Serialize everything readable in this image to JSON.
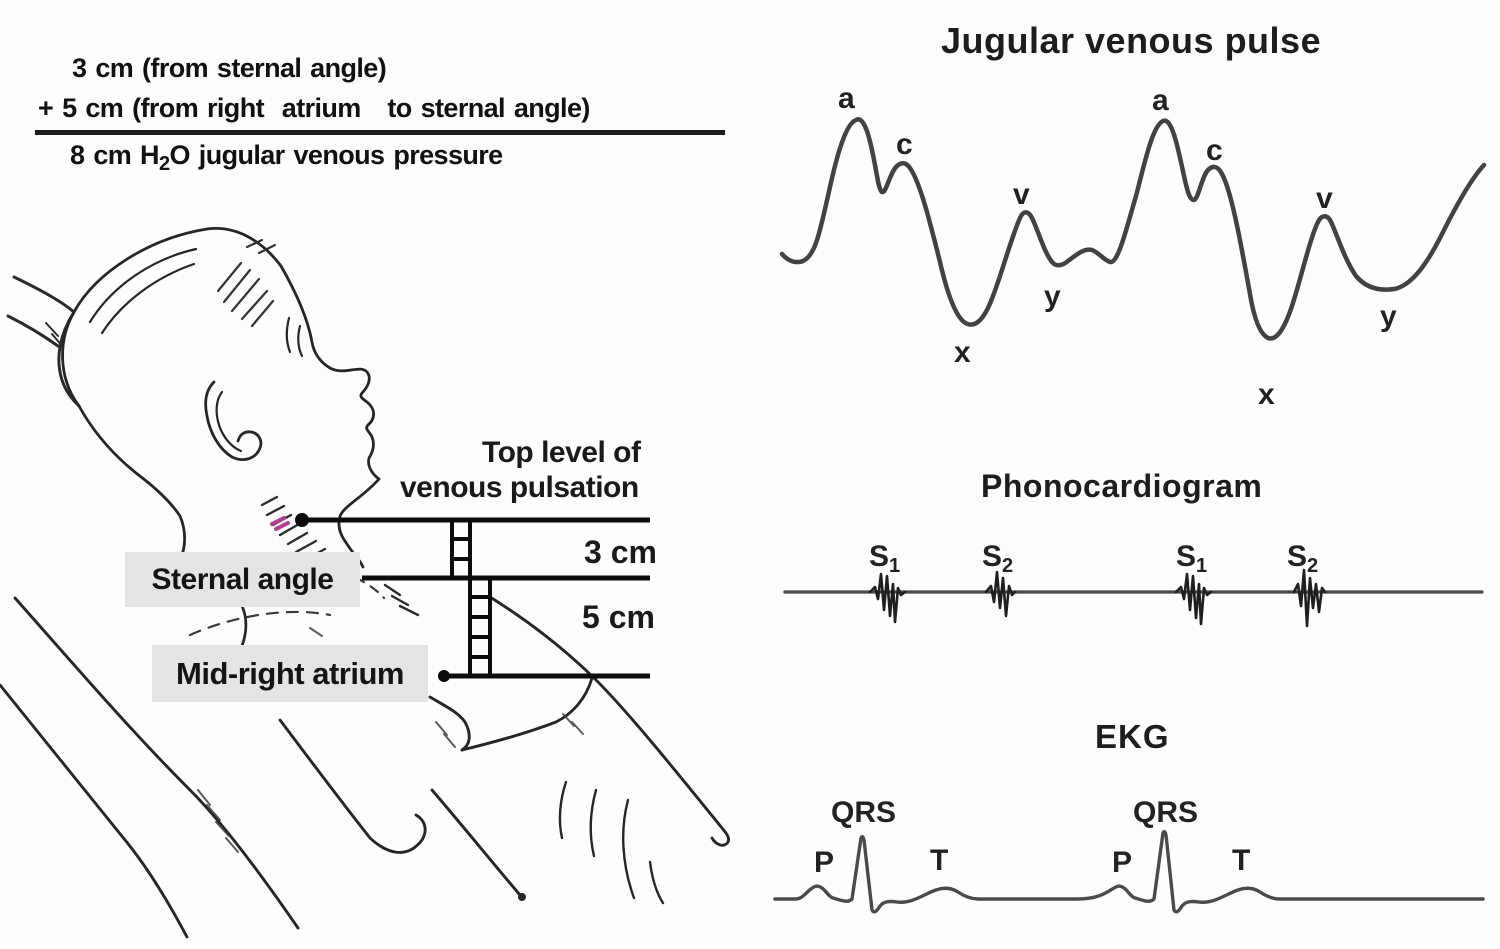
{
  "formula": {
    "line1": "3 cm (from sternal angle)",
    "line2": "+ 5 cm (from right  atrium   to sternal angle)",
    "result_pre": "8 cm H",
    "result_sub": "2",
    "result_post": "O jugular venous pressure"
  },
  "patient": {
    "label_top_level_line1": "Top level of",
    "label_top_level_line2": "venous pulsation",
    "distance_top": "3 cm",
    "distance_bottom": "5 cm",
    "label_sternal": "Sternal angle",
    "label_atrium": "Mid-right atrium"
  },
  "jvp": {
    "title": "Jugular venous pulse",
    "labels": {
      "a1": "a",
      "c1": "c",
      "v1": "v",
      "x1": "x",
      "y1": "y",
      "a2": "a",
      "c2": "c",
      "v2": "v",
      "x2": "x",
      "y2": "y"
    }
  },
  "phono": {
    "title": "Phonocardiogram",
    "sounds": [
      {
        "base": "S",
        "sub": "1"
      },
      {
        "base": "S",
        "sub": "2"
      },
      {
        "base": "S",
        "sub": "1"
      },
      {
        "base": "S",
        "sub": "2"
      }
    ]
  },
  "ekg": {
    "title": "EKG",
    "labels": {
      "p1": "P",
      "qrs1": "QRS",
      "t1": "T",
      "p2": "P",
      "qrs2": "QRS",
      "t2": "T"
    }
  },
  "colors": {
    "ink": "#1a1a1a",
    "sketch": "#2a2a2a",
    "trace": "#424242",
    "label_box": "#e4e4e4",
    "accent_pink": "#b73a92"
  }
}
